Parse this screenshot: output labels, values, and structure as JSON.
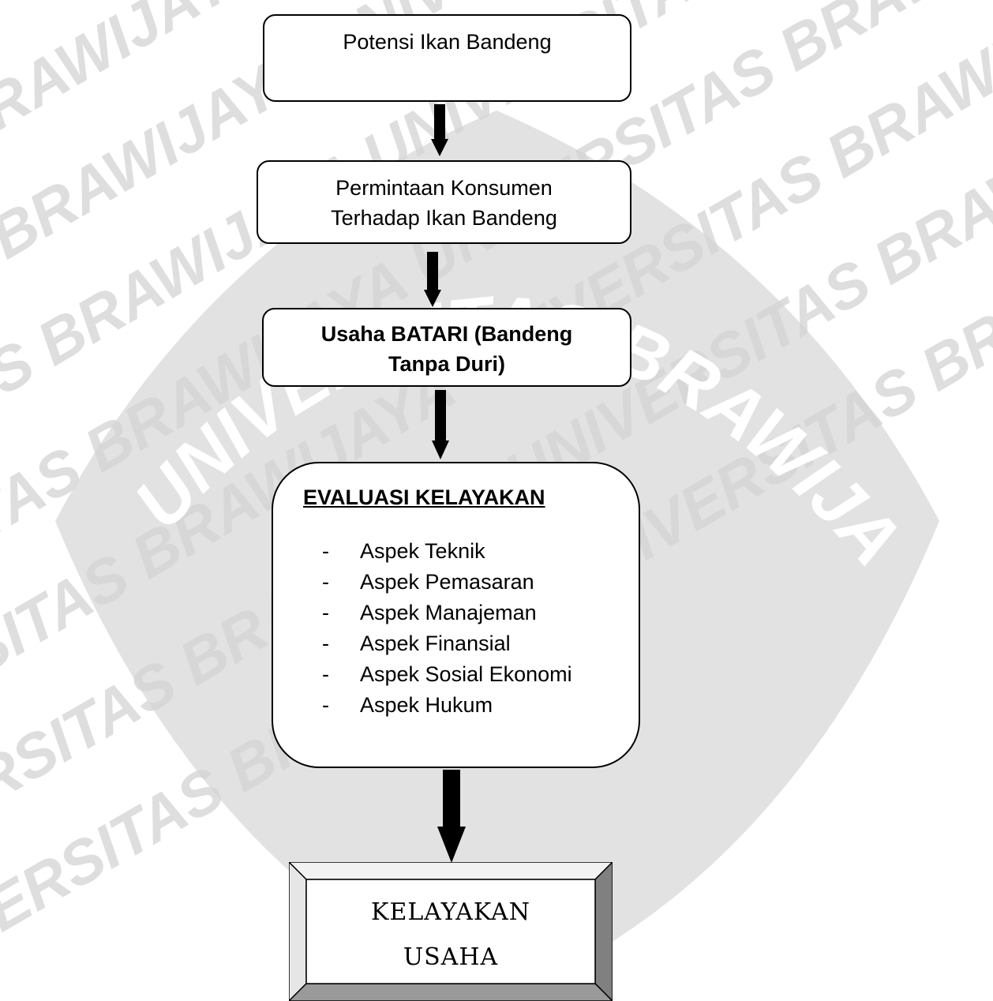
{
  "watermark": {
    "tiles": [
      "UNIVERSITAS BRAWIJAYA",
      "UNIVERSITAS BRAWIJAYA",
      "UNIVERSITAS BRAWIJAYA",
      "UNIVERSITAS BRAWIJAYA",
      "UNIVERSITAS BRAWIJAYA",
      "UNIVERSITAS BRAWIJAYA",
      "UNIVERSITAS BRAWIJAYA",
      "UNIVERSITAS BRAWIJAYA",
      "UNIVERSITAS BRAWIJAYA",
      "UNIVERSITAS BRAWIJAYA"
    ],
    "seal_text": "UNIVERSITAS BRAWIJAYA",
    "color": "#d9d9d9"
  },
  "nodes": {
    "potensi": {
      "label": "Potensi Ikan Bandeng"
    },
    "permintaan": {
      "line1": "Permintaan Konsumen",
      "line2": "Terhadap Ikan Bandeng"
    },
    "usaha": {
      "line1": "Usaha BATARI (Bandeng",
      "line2": "Tanpa Duri)"
    },
    "evaluasi": {
      "title": "EVALUASI KELAYAKAN",
      "items": [
        {
          "dash": "-",
          "text": "Aspek Teknik"
        },
        {
          "dash": "-",
          "text": "Aspek Pemasaran"
        },
        {
          "dash": "-",
          "text": "Aspek Manajeman"
        },
        {
          "dash": "-",
          "text": "Aspek Finansial"
        },
        {
          "dash": "-",
          "text": "Aspek Sosial Ekonomi"
        },
        {
          "dash": "-",
          "text": "Aspek Hukum"
        }
      ]
    },
    "kelayakan": {
      "line1": "KELAYAKAN",
      "line2": "USAHA"
    }
  },
  "colors": {
    "border": "#000000",
    "arrow": "#000000",
    "bevel_light": "#f2f2f2",
    "bevel_dark": "#808080"
  }
}
